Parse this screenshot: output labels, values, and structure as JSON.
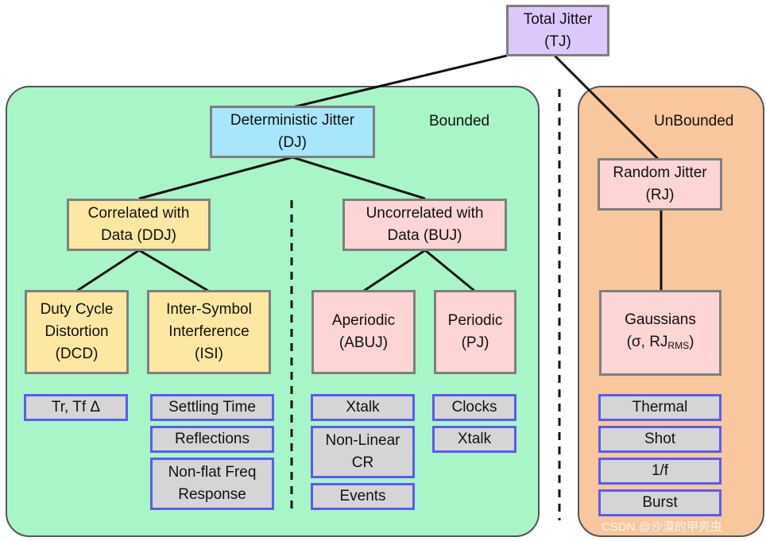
{
  "regions": {
    "bounded_label": "Bounded",
    "unbounded_label": "UnBounded"
  },
  "nodes": {
    "tj": {
      "line1": "Total Jitter",
      "line2": "(TJ)"
    },
    "dj": {
      "line1": "Deterministic Jitter",
      "line2": "(DJ)"
    },
    "rj": {
      "line1": "Random Jitter",
      "line2": "(RJ)"
    },
    "ddj": {
      "line1": "Correlated with",
      "line2": "Data (DDJ)"
    },
    "buj": {
      "line1": "Uncorrelated with",
      "line2": "Data (BUJ)"
    },
    "dcd": {
      "line1": "Duty Cycle",
      "line2": "Distortion",
      "line3": "(DCD)"
    },
    "isi": {
      "line1": "Inter-Symbol",
      "line2": "Interference",
      "line3": "(ISI)"
    },
    "abuj": {
      "line1": "Aperiodic",
      "line2": "(ABUJ)"
    },
    "pj": {
      "line1": "Periodic",
      "line2": "(PJ)"
    },
    "gauss": {
      "line1": "Gaussians",
      "line2_prefix": "(σ, RJ",
      "line2_sub": "RMS",
      "line2_suffix": ")"
    }
  },
  "causes": {
    "dcd": [
      "Tr, Tf Δ"
    ],
    "isi": [
      "Settling Time",
      "Reflections",
      "Non-flat Freq Response"
    ],
    "abuj": [
      "Xtalk",
      "Non-Linear CR",
      "Events"
    ],
    "pj": [
      "Clocks",
      "Xtalk"
    ],
    "rj": [
      "Thermal",
      "Shot",
      "1/f",
      "Burst"
    ]
  },
  "colors": {
    "bounded_fill": "#a8f5c8",
    "unbounded_fill": "#f8c79d",
    "highlight_circle": "#e01c1c"
  },
  "watermark": "CSDN @沙漠的甲壳虫"
}
